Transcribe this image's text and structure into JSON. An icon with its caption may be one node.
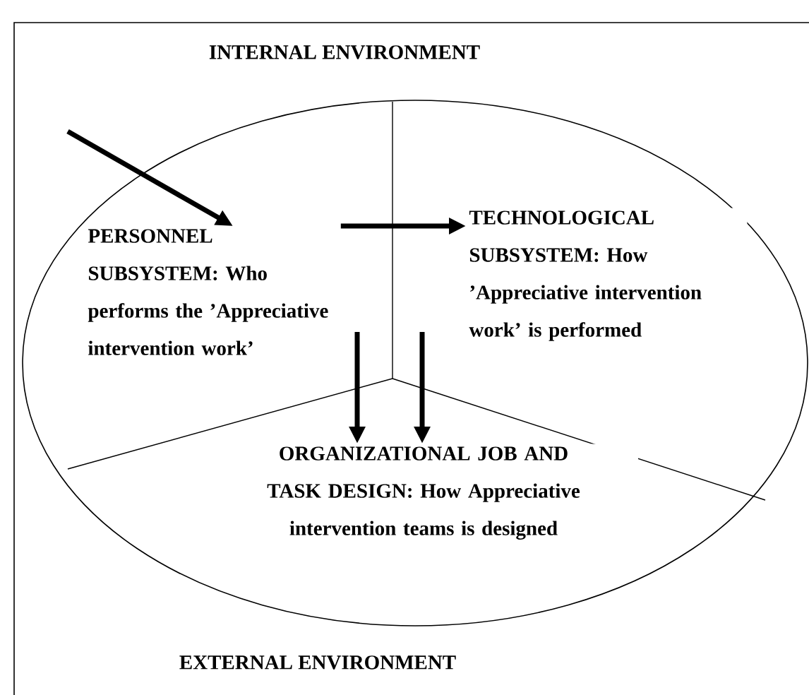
{
  "diagram": {
    "nodes": [
      {
        "text": [
          "PERSONNEL SUBSYSTEM: Who performs the ’Appreciative intervention work’"
        ]
      },
      {
        "text": [
          "TECHNOLOGICAL SUBSYSTEM: How ’Appreciative intervention work’ is performed"
        ]
      },
      {
        "text": [
          "ORGANIZATIONAL JOB AND TASK DESIGN: How Appreciative intervention teams is designed"
        ]
      }
    ],
    "edges": [
      {
        "from": null,
        "to": 0,
        "arrow": "to"
      },
      {
        "from": 0,
        "to": 1,
        "arrow": "to"
      },
      {
        "from": 0,
        "to": 2,
        "arrow": "to"
      },
      {
        "from": 1,
        "to": 2,
        "arrow": "to"
      }
    ],
    "labels": [
      "INTERNAL ENVIRONMENT",
      "EXTERNAL ENVIRONMENT"
    ]
  }
}
